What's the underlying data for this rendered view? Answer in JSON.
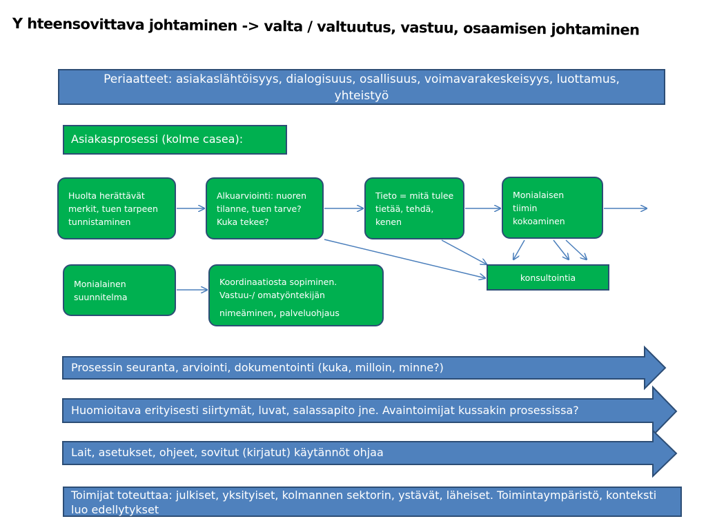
{
  "title": "Y hteensovittava johtaminen -> valta / valtuutus, vastuu, osaamisen johtaminen",
  "principles": {
    "line1": "Periaatteet: asiakaslähtöisyys, dialogisuus, osallisuus, voimavarakeskeisyys, luottamus,",
    "line2": "yhteistyö"
  },
  "process_heading": "Asiakasprosessi (kolme casea):",
  "nodes": {
    "huolta": [
      "Huolta herättävät",
      "merkit, tuen tarpeen",
      "tunnistaminen"
    ],
    "alkuarviointi": [
      "Alkuarviointi: nuoren",
      "tilanne, tuen tarve?",
      "Kuka tekee?"
    ],
    "tieto": [
      "Tieto = mitä tulee",
      "tietää, tehdä,",
      "kenen"
    ],
    "monialaisen": [
      "Monialaisen",
      "tiimin",
      "kokoaminen"
    ],
    "konsultointia": "konsultointia",
    "suunnitelma": [
      "Monialainen",
      "suunnitelma"
    ],
    "koordinaatio": {
      "line1": "Koordinaatiosta  sopiminen.",
      "line2": "Vastuu-/ omatyöntekijän",
      "line3a": "nimeäminen",
      "line3comma": ",",
      "line3b": " palveluohjaus"
    }
  },
  "big_arrows": [
    "Prosessin seuranta, arviointi, dokumentointi (kuka, milloin, minne?)",
    "Huomioitava erityisesti siirtymät, luvat, salassapito jne. Avaintoimijat kussakin prosessissa?",
    "Lait, asetukset, ohjeet, sovitut (kirjatut) käytännöt ohjaa"
  ],
  "bottom": {
    "line1": "Toimijat toteuttaa: julkiset, yksityiset, kolmannen sektorin, ystävät, läheiset. Toimintaympäristö, konteksti",
    "line2": "luo edellytykset"
  },
  "colors": {
    "blue_fill": "#4f81bd",
    "blue_border": "#2c4d75",
    "green_fill": "#00b050",
    "connector": "#4a7ebb"
  }
}
